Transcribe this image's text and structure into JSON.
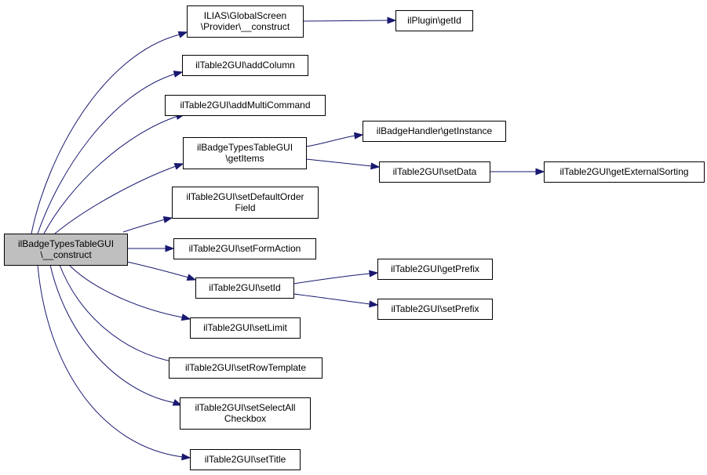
{
  "diagram": {
    "type": "call-graph",
    "colors": {
      "edge": "#191970",
      "root_fill": "#bfbfbf",
      "node_fill": "#ffffff",
      "border": "#000000"
    },
    "nodes": [
      {
        "id": "root",
        "lines": [
          "ilBadgeTypesTableGUI",
          "\\__construct"
        ],
        "root": true
      },
      {
        "id": "n1",
        "lines": [
          "ILIAS\\GlobalScreen",
          "\\Provider\\__construct"
        ]
      },
      {
        "id": "n2",
        "lines": [
          "ilPlugin\\getId"
        ]
      },
      {
        "id": "n3",
        "lines": [
          "ilTable2GUI\\addColumn"
        ]
      },
      {
        "id": "n4",
        "lines": [
          "ilTable2GUI\\addMultiCommand"
        ]
      },
      {
        "id": "n5",
        "lines": [
          "ilBadgeTypesTableGUI",
          "\\getItems"
        ]
      },
      {
        "id": "n6",
        "lines": [
          "ilBadgeHandler\\getInstance"
        ]
      },
      {
        "id": "n7",
        "lines": [
          "ilTable2GUI\\setData"
        ]
      },
      {
        "id": "n8",
        "lines": [
          "ilTable2GUI\\getExternalSorting"
        ]
      },
      {
        "id": "n9",
        "lines": [
          "ilTable2GUI\\setDefaultOrder",
          "Field"
        ]
      },
      {
        "id": "n10",
        "lines": [
          "ilTable2GUI\\setFormAction"
        ]
      },
      {
        "id": "n11",
        "lines": [
          "ilTable2GUI\\setId"
        ]
      },
      {
        "id": "n12",
        "lines": [
          "ilTable2GUI\\getPrefix"
        ]
      },
      {
        "id": "n13",
        "lines": [
          "ilTable2GUI\\setPrefix"
        ]
      },
      {
        "id": "n14",
        "lines": [
          "ilTable2GUI\\setLimit"
        ]
      },
      {
        "id": "n15",
        "lines": [
          "ilTable2GUI\\setRowTemplate"
        ]
      },
      {
        "id": "n16",
        "lines": [
          "ilTable2GUI\\setSelectAll",
          "Checkbox"
        ]
      },
      {
        "id": "n17",
        "lines": [
          "ilTable2GUI\\setTitle"
        ]
      }
    ],
    "edges": [
      {
        "from": "root",
        "to": "n1"
      },
      {
        "from": "root",
        "to": "n3"
      },
      {
        "from": "root",
        "to": "n4"
      },
      {
        "from": "root",
        "to": "n5"
      },
      {
        "from": "root",
        "to": "n9"
      },
      {
        "from": "root",
        "to": "n10"
      },
      {
        "from": "root",
        "to": "n11"
      },
      {
        "from": "root",
        "to": "n14"
      },
      {
        "from": "root",
        "to": "n15"
      },
      {
        "from": "root",
        "to": "n16"
      },
      {
        "from": "root",
        "to": "n17"
      },
      {
        "from": "n1",
        "to": "n2"
      },
      {
        "from": "n5",
        "to": "n6"
      },
      {
        "from": "n5",
        "to": "n7"
      },
      {
        "from": "n7",
        "to": "n8"
      },
      {
        "from": "n11",
        "to": "n12"
      },
      {
        "from": "n11",
        "to": "n13"
      }
    ]
  }
}
